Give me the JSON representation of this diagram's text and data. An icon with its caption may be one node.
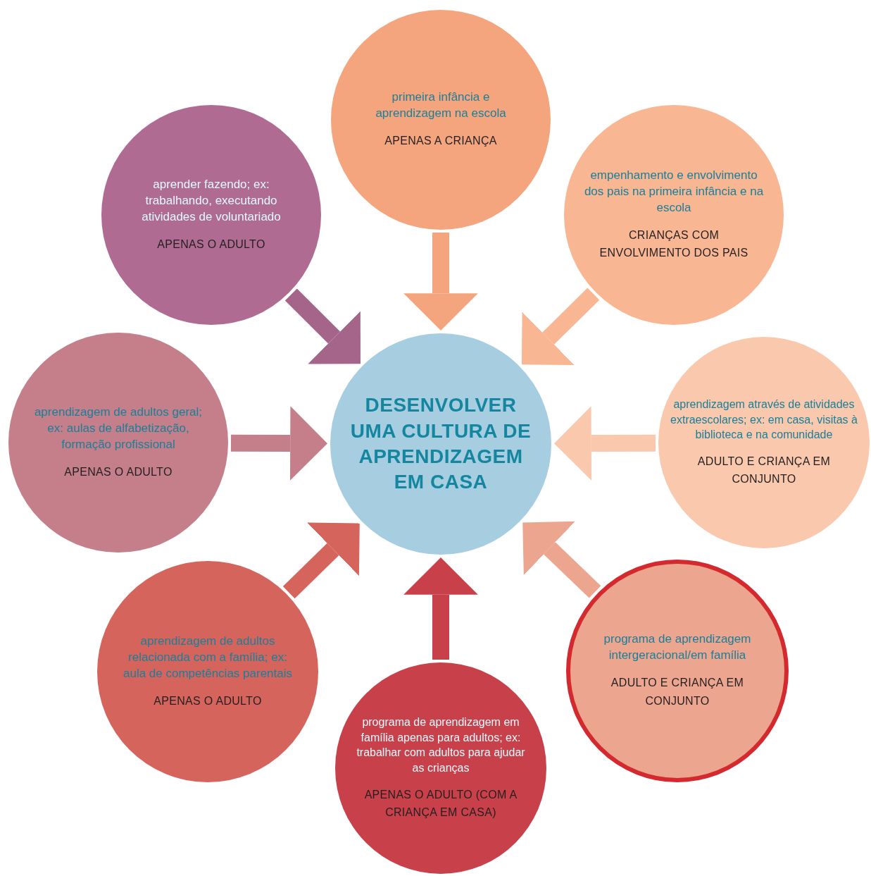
{
  "diagram": {
    "nodes": [
      {
        "text": [
          "DESENVOLVER UMA CULTURA DE APRENDIZAGEM EM CASA"
        ]
      },
      {
        "text": [
          "primeira infância e aprendizagem na escola",
          "APENAS A CRIANÇA"
        ]
      },
      {
        "text": [
          "aprender fazendo; ex: trabalhando, executando atividades de voluntariado",
          "APENAS O ADULTO"
        ]
      },
      {
        "text": [
          "empenhamento e envolvimento dos pais na primeira infância e na escola",
          "CRIANÇAS COM ENVOLVIMENTO DOS PAIS"
        ]
      },
      {
        "text": [
          "aprendizagem de adultos geral; ex: aulas de alfabetização, formação profissional",
          "APENAS O ADULTO"
        ]
      },
      {
        "text": [
          "aprendizagem através de atividades extraescolares; ex: em casa, visitas à biblioteca e na comunidade",
          "ADULTO E CRIANÇA EM CONJUNTO"
        ]
      },
      {
        "text": [
          "aprendizagem de adultos relacionada com a família; ex: aula de competências parentais",
          "APENAS O ADULTO"
        ]
      },
      {
        "text": [
          "programa de aprendizagem intergeracional/em família",
          "ADULTO E CRIANÇA EM CONJUNTO"
        ]
      },
      {
        "text": [
          "programa de aprendizagem em família apenas para adultos; ex: trabalhar com adultos para ajudar as crianças",
          "APENAS O ADULTO (COM A CRIANÇA EM CASA)"
        ]
      }
    ],
    "edges": [
      {
        "from": 1,
        "to": 0,
        "arrow": "to",
        "color": "#f5a57e"
      },
      {
        "from": 2,
        "to": 0,
        "arrow": "to",
        "color": "#a5648a"
      },
      {
        "from": 3,
        "to": 0,
        "arrow": "to",
        "color": "#f8b693"
      },
      {
        "from": 4,
        "to": 0,
        "arrow": "to",
        "color": "#c47f8a"
      },
      {
        "from": 5,
        "to": 0,
        "arrow": "to",
        "color": "#f9c8ad"
      },
      {
        "from": 6,
        "to": 0,
        "arrow": "to",
        "color": "#d5645d"
      },
      {
        "from": 7,
        "to": 0,
        "arrow": "to",
        "color": "#eca58f"
      },
      {
        "from": 8,
        "to": 0,
        "arrow": "to",
        "color": "#c8414a"
      }
    ]
  }
}
